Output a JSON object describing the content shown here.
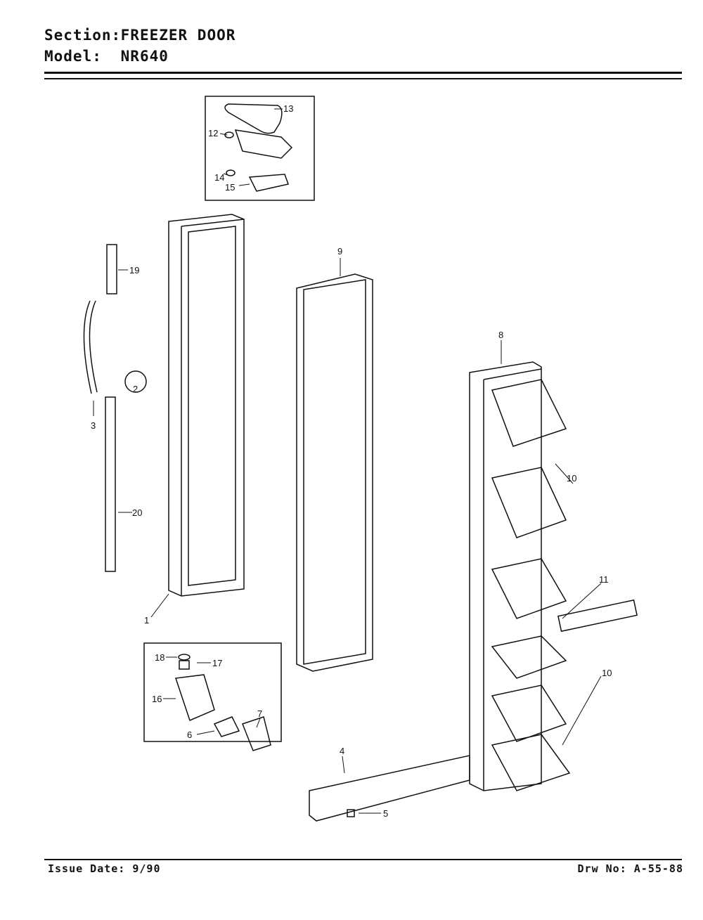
{
  "header": {
    "section_label": "Section:",
    "section_value": "FREEZER DOOR",
    "model_label": "Model:",
    "model_value": "NR640"
  },
  "footer": {
    "issue_date": "Issue Date: 9/90",
    "drawing_number": "Drw No: A-55-88"
  },
  "callouts": {
    "c1": "1",
    "c2": "2",
    "c3": "3",
    "c4": "4",
    "c5": "5",
    "c6": "6",
    "c7": "7",
    "c8": "8",
    "c9": "9",
    "c10a": "10",
    "c10b": "10",
    "c11": "11",
    "c12": "12",
    "c13": "13",
    "c14": "14",
    "c15": "15",
    "c16": "16",
    "c17": "17",
    "c18": "18",
    "c19": "19",
    "c20": "20"
  }
}
